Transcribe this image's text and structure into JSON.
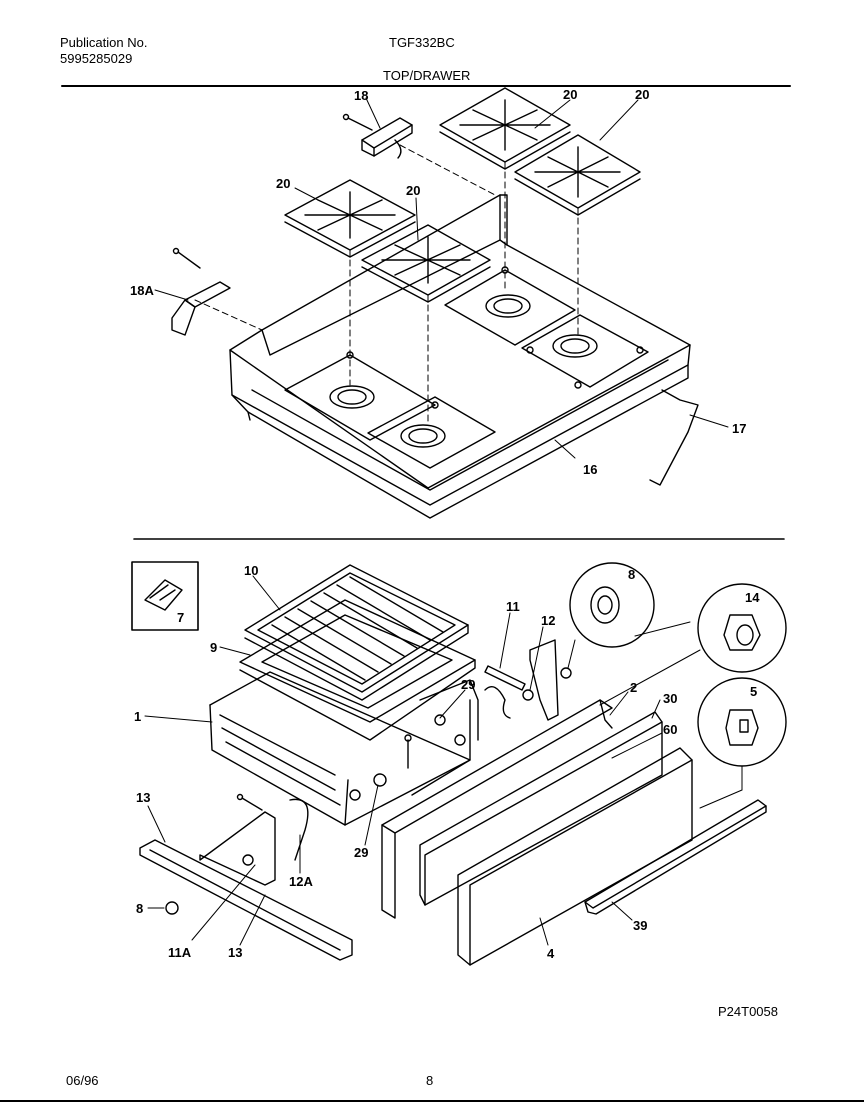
{
  "header": {
    "publication_label": "Publication No.",
    "publication_number": "5995285029",
    "model": "TGF332BC",
    "section": "TOP/DRAWER"
  },
  "footer": {
    "date": "06/96",
    "page": "8",
    "drawing_code": "P24T0058"
  },
  "callouts": {
    "top_grate_1": "20",
    "top_grate_2": "20",
    "top_grate_3": "20",
    "top_grate_4": "20",
    "top_bracket_right": "18",
    "top_bracket_left": "18A",
    "top_cooktop": "16",
    "top_spring": "17",
    "inset_part": "7",
    "broiler_grid": "10",
    "broiler_pan": "9",
    "drawer_body": "1",
    "rod_top": "11",
    "spring_top": "12",
    "circle_8": "8",
    "circle_14": "14",
    "circle_5": "5",
    "panel_2": "2",
    "panel_30": "30",
    "panel_60": "60",
    "clip_29_top": "29",
    "clip_29_bottom": "29",
    "rail_13_top": "13",
    "nut_8": "8",
    "rod_11a": "11A",
    "rail_13_bottom": "13",
    "spring_12a": "12A",
    "handle_39": "39",
    "drawer_front_4": "4"
  }
}
